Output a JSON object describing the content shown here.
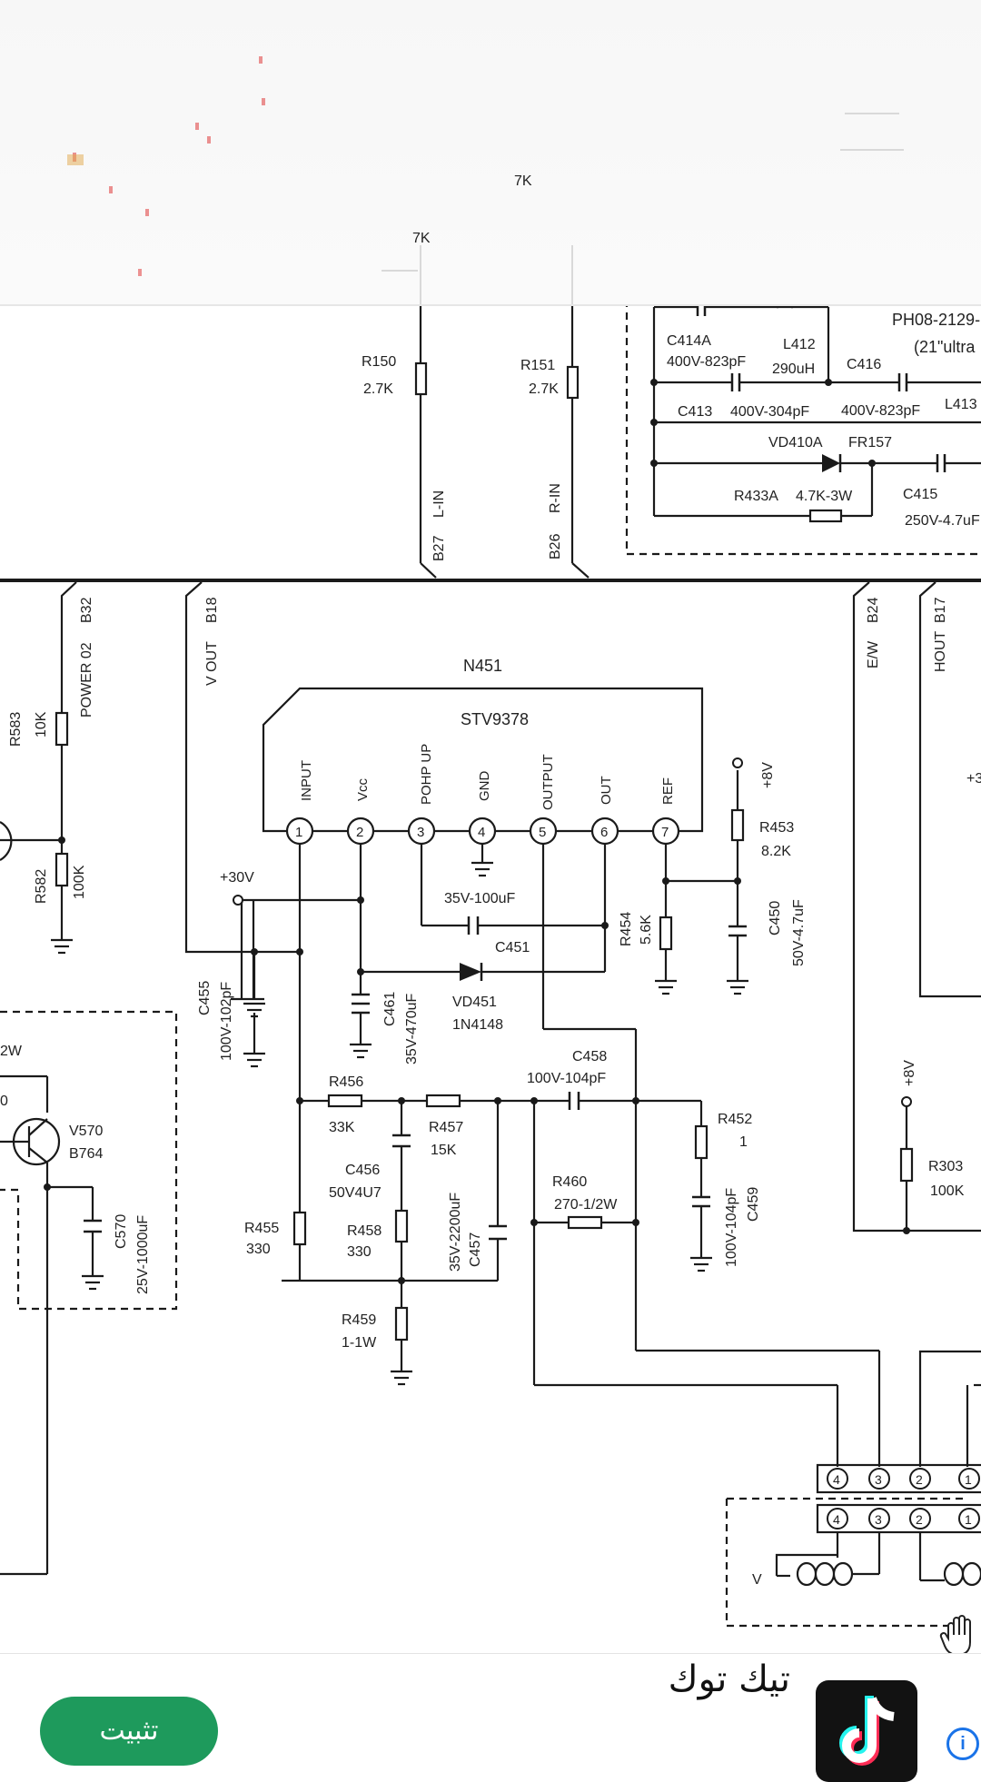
{
  "schematic": {
    "top": {
      "r150": "R150",
      "r150_val": "2.7K",
      "r151": "R151",
      "r151_val": "2.7K",
      "l_in": "L-IN",
      "r_in": "R-IN",
      "b27": "B27",
      "b26": "B26",
      "c414a": "C414A",
      "c414a_val": "400V-823pF",
      "l412": "L412",
      "l412_val": "290uH",
      "c416": "C416",
      "c416_val": "400V-823pF",
      "c413": "C413",
      "c413_val": "400V-304pF",
      "l413": "L413",
      "ph08": "PH08-2129-",
      "ultra": "(21\"ultra",
      "vd410a": "VD410A",
      "fr157": "FR157",
      "r433a": "R433A",
      "r433a_val": "4.7K-3W",
      "c415": "C415",
      "c415_val": "250V-4.7uF"
    },
    "left": {
      "b32": "B32",
      "power02": "POWER 02",
      "r583": "R583",
      "r583_val": "10K",
      "r582": "R582",
      "r582_val": "100K",
      "b18": "B18",
      "vout": "V OUT"
    },
    "ic": {
      "ref": "N451",
      "part": "STV9378",
      "pins": [
        {
          "num": "1",
          "name": "INPUT"
        },
        {
          "num": "2",
          "name": "Vcc"
        },
        {
          "num": "3",
          "name": "POHP UP"
        },
        {
          "num": "4",
          "name": "GND"
        },
        {
          "num": "5",
          "name": "OUTPUT"
        },
        {
          "num": "6",
          "name": "OUT"
        },
        {
          "num": "7",
          "name": "REF"
        }
      ]
    },
    "mid": {
      "v30": "+30V",
      "c455": "C455",
      "c455_val": "100V-102pF",
      "c461": "C461",
      "c461_val": "35V-470uF",
      "c451": "C451",
      "c451_val": "35V-100uF",
      "vd451": "VD451",
      "vd451_val": "1N4148",
      "r454": "R454",
      "r454_val": "5.6K",
      "r453": "R453",
      "r453_val": "8.2K",
      "v8": "+8V",
      "c450": "C450",
      "c450_val": "50V-4.7uF",
      "r456": "R456",
      "r456_val": "33K",
      "r457": "R457",
      "r457_val": "15K",
      "c458": "C458",
      "c458_val": "100V-104pF",
      "r452": "R452",
      "r452_val": "1",
      "c456": "C456",
      "c456_val": "50V4U7",
      "r460": "R460",
      "r460_val": "270-1/2W",
      "r455": "R455",
      "r455_val": "330",
      "r458": "R458",
      "r458_val": "330",
      "c457": "C457",
      "c457_val": "35V-2200uF",
      "c459": "C459",
      "c459_val": "100V-104pF",
      "r459": "R459",
      "r459_val": "1-1W"
    },
    "lower_left": {
      "w_label": "2W",
      "zero": "0",
      "v570": "V570",
      "v570_val": "B764",
      "c570": "C570",
      "c570_val": "25V-1000uF"
    },
    "right": {
      "b24": "B24",
      "ew": "E/W",
      "b17": "B17",
      "hout": "HOUT",
      "plus3": "+3",
      "v8b": "+8V",
      "r303": "R303",
      "r303_val": "100K",
      "v_label": "V",
      "conn_pins": [
        "4",
        "3",
        "2",
        "1"
      ]
    },
    "faded": {
      "k1": "7K",
      "k2": "7K"
    }
  },
  "ad": {
    "install_label": "تثبيت",
    "app_name": "تيك توك",
    "info": "i"
  }
}
